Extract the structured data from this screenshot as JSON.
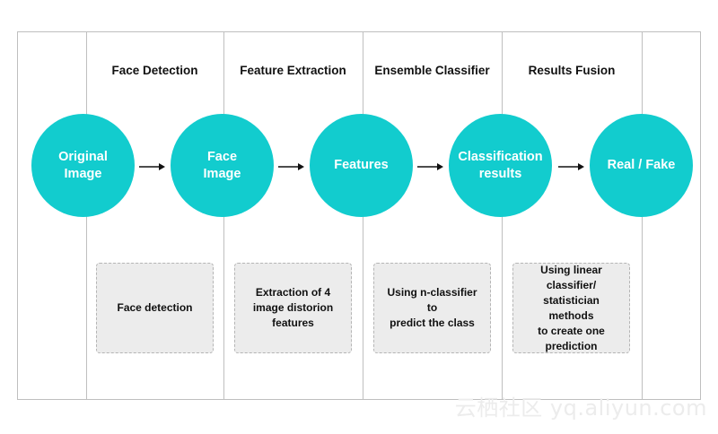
{
  "stages": [
    {
      "title": "",
      "node": "Original\nImage",
      "card": ""
    },
    {
      "title": "Face Detection",
      "node": "Face\nImage",
      "card": "Face detection"
    },
    {
      "title": "Feature Extraction",
      "node": "Features",
      "card": "Extraction of 4\nimage distorion\nfeatures"
    },
    {
      "title": "Ensemble Classifier",
      "node": "Classification\nresults",
      "card": "Using n-classifier to\npredict the class"
    },
    {
      "title": "Results Fusion",
      "node": "Real / Fake",
      "card": "Using linear\nclassifier/\nstatistician methods\nto create one\nprediction"
    }
  ],
  "colors": {
    "node_fill": "#12ccce",
    "card_fill": "#ececec",
    "border": "#bfbfbf"
  },
  "watermark": "云栖社区 yq.aliyun.com"
}
